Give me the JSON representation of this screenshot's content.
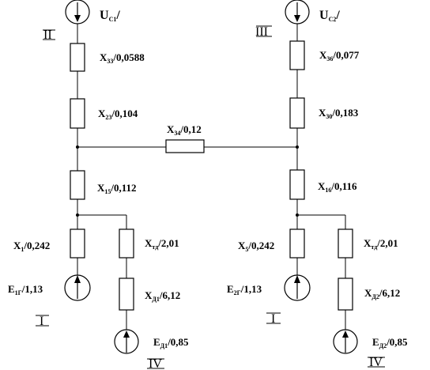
{
  "labels": {
    "uc1_main": "U",
    "uc1_sub": "C1",
    "uc1_tail": "/",
    "uc2_main": "U",
    "uc2_sub": "C2",
    "uc2_tail": "/",
    "x33_main": "X",
    "x33_sub": "33",
    "x33_val": "/0,0588",
    "x23_main": "X",
    "x23_sub": "23",
    "x23_val": "/0,104",
    "x34_main": "X",
    "x34_sub": "34",
    "x34_val": "/0,12",
    "x15_main": "X",
    "x15_sub": "15",
    "x15_val": "/0,112",
    "x1_main": "X",
    "x1_sub": "1",
    "x1_val": "/0,242",
    "xtg_left_main": "X",
    "xtg_left_sub": "тд",
    "xtg_left_val": "/2,01",
    "e1_main": "E",
    "e1_sub": "1Г",
    "e1_val": "/1,13",
    "xd1_main": "X",
    "xd1_sub": "Д1",
    "xd1_val": "/6,12",
    "ed1_main": "E",
    "ed1_sub": "Д1",
    "ed1_val": "/0,85",
    "x36_main": "X",
    "x36_sub": "36",
    "x36_val": "/0,077",
    "x30_main": "X",
    "x30_sub": "30",
    "x30_val": "/0,183",
    "x16_main": "X",
    "x16_sub": "16",
    "x16_val": "/0,116",
    "x5_main": "X",
    "x5_sub": "5",
    "x5_val": "/0,242",
    "xtg_right_main": "X",
    "xtg_right_sub": "тд",
    "xtg_right_val": "/2,01",
    "e2_main": "E",
    "e2_sub": "2Г",
    "e2_val": "/1,13",
    "xd2_main": "X",
    "xd2_sub": "Д2",
    "xd2_val": "/6,12",
    "ed2_main": "E",
    "ed2_sub": "Д2",
    "ed2_val": "/0,85",
    "roman_II": "II",
    "roman_III": "III",
    "roman_I_left": "I",
    "roman_I_right": "I",
    "roman_IV_left": "IV",
    "roman_IV_right": "IV"
  }
}
